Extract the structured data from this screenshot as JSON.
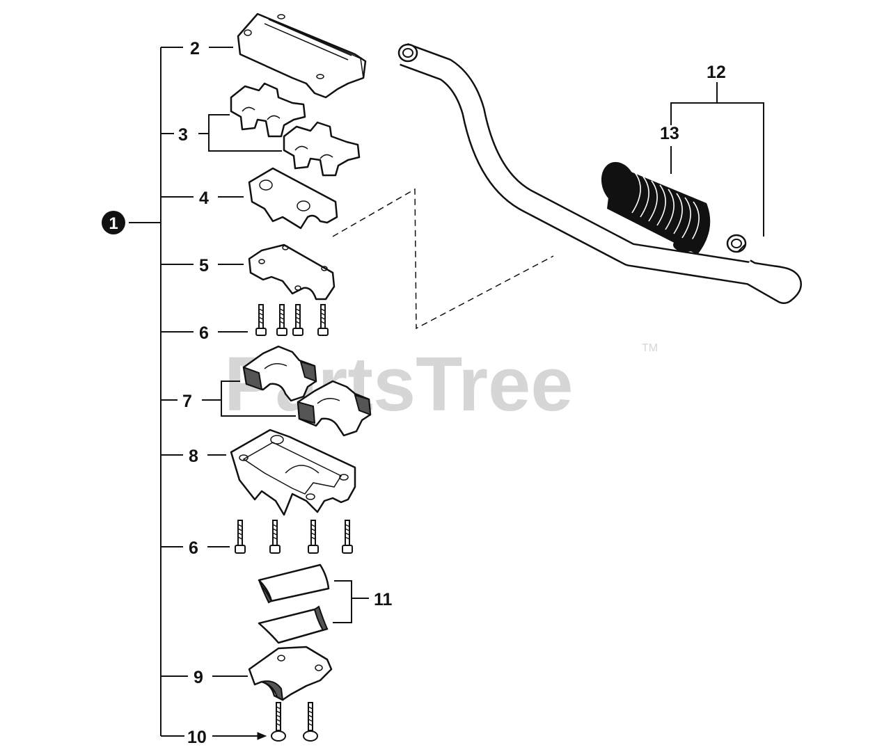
{
  "diagram": {
    "callouts": {
      "assembly": "1",
      "p2": "2",
      "p3": "3",
      "p4": "4",
      "p5": "5",
      "p6a": "6",
      "p7": "7",
      "p8": "8",
      "p6b": "6",
      "p11": "11",
      "p9": "9",
      "p10": "10",
      "p12": "12",
      "p13": "13"
    },
    "watermark": {
      "text": "PartsTree",
      "trademark": "TM"
    }
  }
}
